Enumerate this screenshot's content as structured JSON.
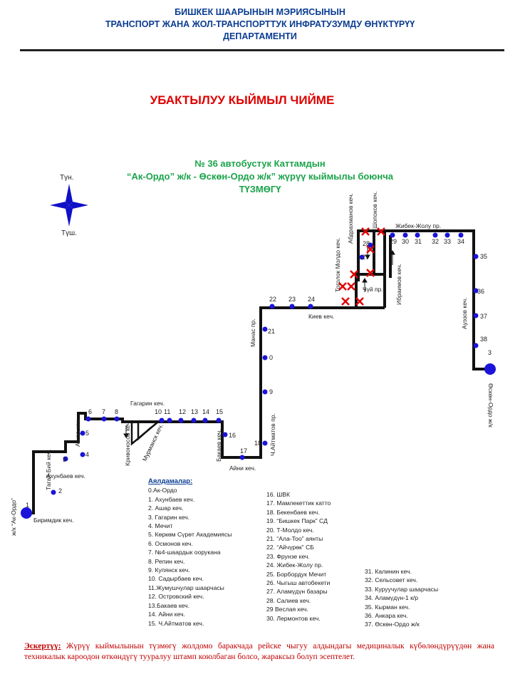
{
  "header": {
    "line1": "БИШКЕК ШААРЫНЫН МЭРИЯСЫНЫН",
    "line2": "ТРАНСПОРТ ЖАНА ЖОЛ-ТРАНСПОРТТУК ИНФРАТУЗУМДУ ӨНҮКТҮРҮҮ",
    "line3": "ДЕПАРТАМЕНТИ"
  },
  "title": "УБАКТЫЛУУ КЫЙМЫЛ ЧИЙМЕ",
  "subtitle": {
    "line1": "№ 36 автобустук Каттамдын",
    "line2": "“Ак-Ордо” ж/к  -  Өскөн-Ордо ж/к” жүрүү кыймылы боюнча",
    "line3": "ТҮЗМӨГҮ"
  },
  "compass": {
    "north": "Түн.",
    "south": "Түш."
  },
  "map": {
    "streets": {
      "zhibek_zholu": "Жибек-Жолу пр.",
      "abdrahmanov": "Абдрахманов кеч.",
      "shopokov": "Шопоков кеч.",
      "togolok_moldo": "Тоголок Молдо кеч.",
      "chuy": "Чүй пр.",
      "ibraimov": "Ибраимов кеч.",
      "kiev": "Киев кеч.",
      "manas": "Манас пр.",
      "aitmatov": "Ч.Айтматов пр.",
      "auezov": "Ауэзов кеч.",
      "gagarin": "Гагарин кеч.",
      "krivonosov": "Кривоносов кеч.",
      "murmansk": "Мурманск кеч.",
      "bakaev": "Бакаев кеч.",
      "aini": "Айни кеч.",
      "ashar": "Ашар кеч.",
      "ahunbaev": "Ахунбаев кеч.",
      "tagai_biy": "Тагай-Бий кеч.",
      "birimdik": "Биримдик кеч.",
      "ak_ordo": "ж/к “Ак-Ордо”",
      "osken_ordo": "Өскөн-Ордо ж/к"
    },
    "stop_numbers": [
      "1",
      "2",
      "3",
      "4",
      "5",
      "6",
      "7",
      "8",
      "10",
      "11",
      "12",
      "13",
      "14",
      "15",
      "16",
      "17",
      "18",
      "9",
      "0",
      "21",
      "22",
      "23",
      "24",
      "27",
      "28",
      "29",
      "30",
      "31",
      "32",
      "33",
      "34",
      "35",
      "36",
      "37",
      "38",
      "3"
    ]
  },
  "legend": {
    "title": "Аялдамалар:",
    "col1": [
      "0.Ак-Ордо",
      "1. Ахунбаев кеч.",
      "2. Ашар кеч.",
      "3. Гагарин кеч.",
      "4. Мечит",
      "5. Көркөм Сүрөт Академиясы",
      "6. Осмонов кеч.",
      "7. №4-шаардык ооруканa",
      "8. Репин кеч.",
      "9. Купянск кеч.",
      "10. Садырбаев кеч.",
      "11.Жумушчулар шаарчасы",
      "12. Островский кеч.",
      "13.Бакаев кеч.",
      "14. Айни кеч.",
      "15. Ч.Айтматов кеч."
    ],
    "col2": [
      "16. ШВК",
      "17. Мамлекеттик катто",
      "18. Бекенбаев кеч.",
      "19. “Бишкек Парк” СД",
      "20. Т-Молдо кеч.",
      "21. “Ала-Тоо” аянты",
      "22. “Айчүрөк” СБ",
      "23. Фрунзе кеч.",
      "24. Жибек-Жолу пр.",
      "25. Борбордук Мечит",
      "26. Чыгыш автобекети",
      "27. Аламүдүн базары",
      "28. Салиев кеч.",
      "29 Веслая кеч.",
      "30. Лермонтов кеч."
    ],
    "col3": [
      "31. Калинин кеч.",
      "32. Сельсовет кеч.",
      "33. Куруучулар шаарчасы",
      "34. Аламүдүн-1 к/р",
      "35. Кырман кеч.",
      "36. Анкара кеч.",
      "37. Өскөн-Ордо ж/к"
    ]
  },
  "note": {
    "label": "Эскертүү:",
    "text": " Жүрүү кыймылынын түзмөгү жолдомо баракчада рейске чыгуу алдындагы медициналык күбөлөндүрүүдөн жана техникалык кароодон өткөндүгү тууралуу штамп коюлбаган болсо, жараксыз болуп эсептелет."
  },
  "colors": {
    "route": "#111111",
    "stop": "#1a14d9",
    "closed": "#e00000",
    "compass": "#1010c8",
    "title": "#e00000",
    "heading": "#0b3d91",
    "subtitle": "#1ba34a"
  }
}
